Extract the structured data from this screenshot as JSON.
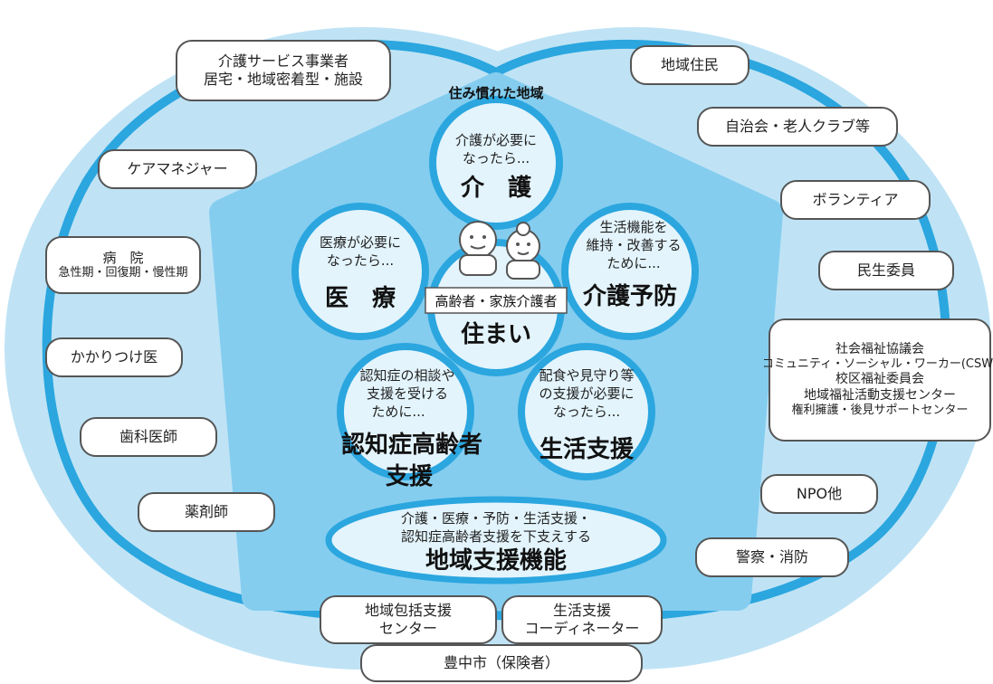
{
  "colors": {
    "outer": "#bfe3f5",
    "ring": "#2ba6df",
    "pentagon": "#84cdef",
    "circle_fill": "#e3f4fc",
    "circle_stroke": "#2ba6df"
  },
  "center": {
    "title": "住み慣れた地域",
    "people_label": "高齢者・家族介護者",
    "people_icon": "elderly-couple-icon"
  },
  "circles": {
    "kaigo": {
      "sub": [
        "介護が必要に",
        "なったら..."
      ],
      "title": "介　護"
    },
    "iryo": {
      "sub": [
        "医療が必要に",
        "なったら..."
      ],
      "title": "医　療"
    },
    "yobo": {
      "sub": [
        "生活機能を",
        "維持・改善する",
        "ために..."
      ],
      "title": "介護予防"
    },
    "sumai": {
      "title": "住まい"
    },
    "ninchi": {
      "sub": [
        "認知症の相談や",
        "支援を受ける",
        "ために..."
      ],
      "title": [
        "認知症高齢者",
        "支援"
      ]
    },
    "seikatsu": {
      "sub": [
        "配食や見守り等",
        "の支援が必要に",
        "なったら..."
      ],
      "title": "生活支援"
    },
    "chiiki": {
      "sub": [
        "介護・医療・予防・生活支援・",
        "認知症高齢者支援を下支えする"
      ],
      "title": "地域支援機能"
    }
  },
  "left_boxes": [
    [
      "介護サービス事業者",
      "居宅・地域密着型・施設"
    ],
    [
      "ケアマネジャー"
    ],
    [
      "病　院",
      "急性期・回復期・慢性期"
    ],
    [
      "かかりつけ医"
    ],
    [
      "歯科医師"
    ],
    [
      "薬剤師"
    ]
  ],
  "right_boxes": [
    [
      "地域住民"
    ],
    [
      "自治会・老人クラブ等"
    ],
    [
      "ボランティア"
    ],
    [
      "民生委員"
    ],
    [
      "社会福祉協議会",
      "コミュニティ・ソーシャル・ワーカー(CSW)",
      "校区福祉委員会",
      "地域福祉活動支援センター",
      "権利擁護・後見サポートセンター"
    ],
    [
      "NPO他"
    ],
    [
      "警察・消防"
    ]
  ],
  "bottom_boxes": [
    [
      "地域包括支援",
      "センター"
    ],
    [
      "生活支援",
      "コーディネーター"
    ],
    [
      "豊中市（保険者）"
    ]
  ]
}
